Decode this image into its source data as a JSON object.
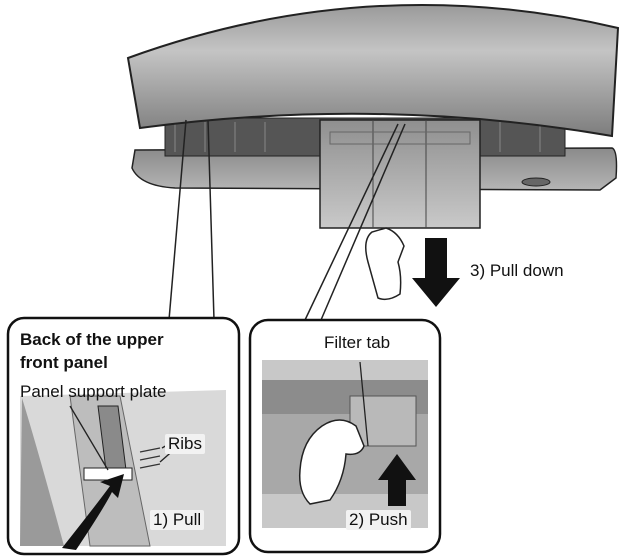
{
  "diagram": {
    "callouts": {
      "pull_down": "3) Pull down",
      "back_panel_line1": "Back of the upper",
      "back_panel_line2": "front panel",
      "panel_support_plate": "Panel support plate",
      "ribs": "Ribs",
      "pull": "1) Pull",
      "filter_tab": "Filter tab",
      "push": "2) Push"
    },
    "icons": [
      "arrow-down-icon",
      "arrow-up-icon",
      "curved-arrow-icon",
      "hand-icon"
    ]
  }
}
